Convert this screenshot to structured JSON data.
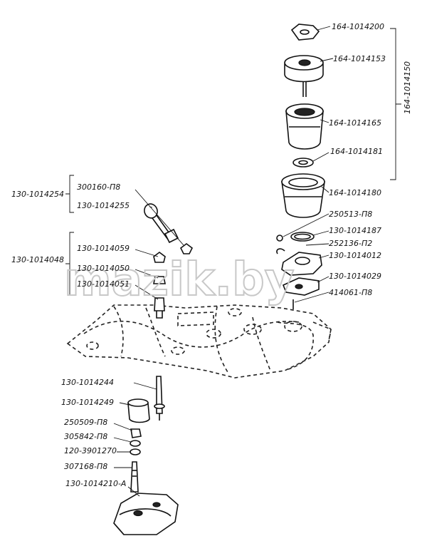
{
  "watermark": "mazik.by",
  "labels": {
    "p164_1014200": "164-1014200",
    "p164_1014153": "164-1014153",
    "p164_1014165": "164-1014165",
    "p164_1014181": "164-1014181",
    "p164_1014180": "164-1014180",
    "p250513": "250513-П8",
    "p130_1014187": "130-1014187",
    "p252136": "252136-П2",
    "p130_1014012": "130-1014012",
    "p130_1014029": "130-1014029",
    "p414061": "414061-П8",
    "p164_1014150": "164-1014150",
    "p300160": "300160-П8",
    "p130_1014255": "130-1014255",
    "p130_1014254": "130-1014254",
    "p130_1014059": "130-1014059",
    "p130_1014050": "130-1014050",
    "p130_1014051": "130-1014051",
    "p130_1014048": "130-1014048",
    "p130_1014244": "130-1014244",
    "p130_1014249": "130-1014249",
    "p250509": "250509-П8",
    "p305842": "305842-П8",
    "p120_3901270": "120-3901270",
    "p307168": "307168-П8",
    "p130_1014210": "130-1014210-А"
  }
}
